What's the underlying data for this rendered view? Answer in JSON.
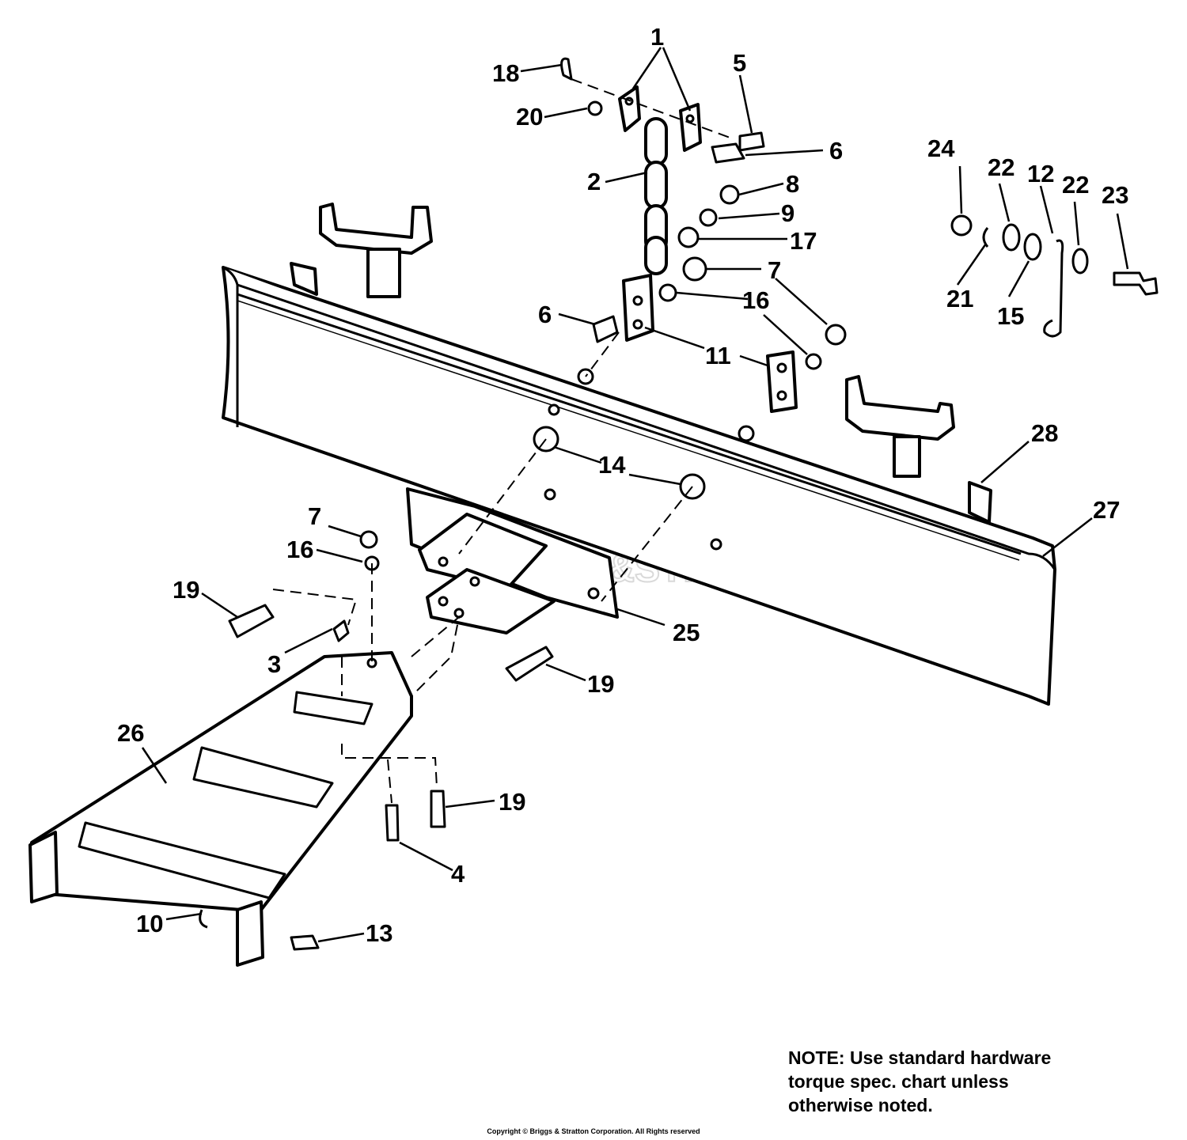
{
  "watermark": "BRIGGS&STRATTON",
  "callouts": [
    {
      "id": "c1",
      "text": "1"
    },
    {
      "id": "c18",
      "text": "18"
    },
    {
      "id": "c5",
      "text": "5"
    },
    {
      "id": "c20",
      "text": "20"
    },
    {
      "id": "c6a",
      "text": "6"
    },
    {
      "id": "c2",
      "text": "2"
    },
    {
      "id": "c8",
      "text": "8"
    },
    {
      "id": "c9",
      "text": "9"
    },
    {
      "id": "c17",
      "text": "17"
    },
    {
      "id": "c7a",
      "text": "7"
    },
    {
      "id": "c16a",
      "text": "16"
    },
    {
      "id": "c6b",
      "text": "6"
    },
    {
      "id": "c11",
      "text": "11"
    },
    {
      "id": "c24",
      "text": "24"
    },
    {
      "id": "c22a",
      "text": "22"
    },
    {
      "id": "c12",
      "text": "12"
    },
    {
      "id": "c22b",
      "text": "22"
    },
    {
      "id": "c23",
      "text": "23"
    },
    {
      "id": "c21",
      "text": "21"
    },
    {
      "id": "c15",
      "text": "15"
    },
    {
      "id": "c14",
      "text": "14"
    },
    {
      "id": "c28",
      "text": "28"
    },
    {
      "id": "c27",
      "text": "27"
    },
    {
      "id": "c7b",
      "text": "7"
    },
    {
      "id": "c16b",
      "text": "16"
    },
    {
      "id": "c19a",
      "text": "19"
    },
    {
      "id": "c3",
      "text": "3"
    },
    {
      "id": "c25",
      "text": "25"
    },
    {
      "id": "c19b",
      "text": "19"
    },
    {
      "id": "c26",
      "text": "26"
    },
    {
      "id": "c19c",
      "text": "19"
    },
    {
      "id": "c4",
      "text": "4"
    },
    {
      "id": "c10",
      "text": "10"
    },
    {
      "id": "c13",
      "text": "13"
    }
  ],
  "note": {
    "lines": [
      "NOTE: Use standard hardware",
      "torque spec. chart unless",
      "otherwise noted."
    ]
  },
  "copyright": "Copyright © Briggs & Stratton Corporation. All Rights reserved"
}
